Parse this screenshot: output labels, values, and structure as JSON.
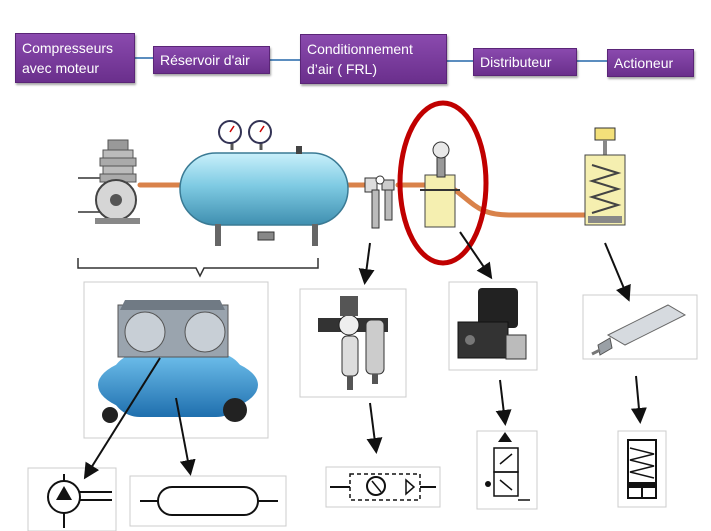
{
  "flow": {
    "steps": [
      {
        "label_l1": "Compresseurs",
        "label_l2": "avec moteur"
      },
      {
        "label_l1": "Réservoir d'air",
        "label_l2": ""
      },
      {
        "label_l1": "Conditionnement",
        "label_l2": "d’air ( FRL)"
      },
      {
        "label_l1": "Distributeur",
        "label_l2": ""
      },
      {
        "label_l1": "Actioneur",
        "label_l2": ""
      }
    ]
  },
  "colors": {
    "box_fill": "#7b3f9e",
    "connector": "#5b8dbf",
    "pipe": "#d9824a",
    "tank": "#8fd3e8",
    "highlight": "#c00000"
  }
}
